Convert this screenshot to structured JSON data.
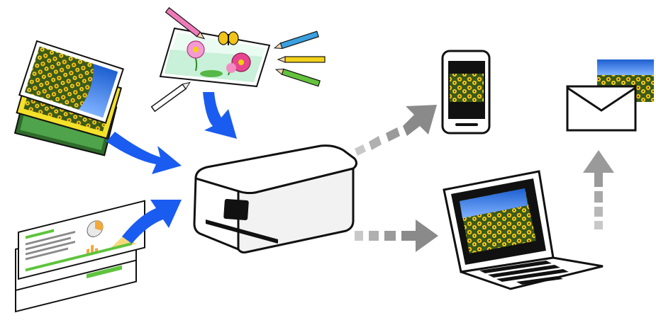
{
  "diagram": {
    "description_visible_text": "",
    "colors": {
      "input_arrow": "#1a5cf0",
      "output_arrow": "#8a8a8a",
      "output_arrow_light": "#c8c8c8",
      "outline": "#111111",
      "device_fill": "#ffffff",
      "sunflower_yellow": "#f2c40c",
      "sunflower_green": "#3f6d1e",
      "sky_blue": "#2a6fd0",
      "chart_green": "#5ec43c"
    },
    "nodes": [
      {
        "id": "photo-prints",
        "icon": "photo-stack-icon",
        "role": "input"
      },
      {
        "id": "drawing-with-pencils",
        "icon": "drawing-icon",
        "role": "input"
      },
      {
        "id": "document-stack",
        "icon": "document-stack-icon",
        "role": "input"
      },
      {
        "id": "printer-scanner",
        "icon": "printer-icon",
        "role": "hub"
      },
      {
        "id": "smartphone",
        "icon": "smartphone-icon",
        "role": "output"
      },
      {
        "id": "laptop",
        "icon": "laptop-icon",
        "role": "output"
      },
      {
        "id": "email",
        "icon": "envelope-icon",
        "role": "output"
      }
    ],
    "edges": [
      {
        "from": "photo-prints",
        "to": "printer-scanner",
        "style": "solid"
      },
      {
        "from": "drawing-with-pencils",
        "to": "printer-scanner",
        "style": "solid"
      },
      {
        "from": "document-stack",
        "to": "printer-scanner",
        "style": "solid"
      },
      {
        "from": "printer-scanner",
        "to": "smartphone",
        "style": "dashed"
      },
      {
        "from": "printer-scanner",
        "to": "laptop",
        "style": "dashed"
      },
      {
        "from": "laptop",
        "to": "email",
        "style": "dashed"
      }
    ]
  }
}
